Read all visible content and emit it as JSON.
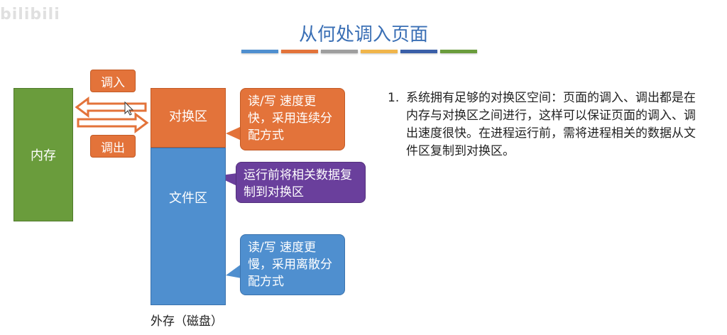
{
  "watermark": "bilibili",
  "title": "从何处调入页面",
  "colors": {
    "title_bar": [
      "#4f8fcf",
      "#e3733a",
      "#9e9e9e",
      "#f0b54a",
      "#3a5fa8",
      "#6a9c3c"
    ],
    "memory": "#6a9c3c",
    "swap": "#e3733a",
    "file": "#4f8fcf",
    "copy": "#6a3f9c"
  },
  "diagram": {
    "memory_label": "内存",
    "swap_label": "对换区",
    "file_label": "文件区",
    "page_in_label": "调入",
    "page_out_label": "调出",
    "disk_caption": "外存（磁盘）",
    "callout_fast": "读/写 速度更快，采用连续分配方式",
    "callout_copy": "运行前将相关数据复制到对换区",
    "callout_slow": "读/写 速度更慢，采用离散分配方式"
  },
  "description": {
    "number": "1.",
    "text": "系统拥有足够的对换区空间：页面的调入、调出都是在内存与对换区之间进行，这样可以保证页面的调入、调出速度很快。在进程运行前，需将进程相关的数据从文件区复制到对换区。"
  }
}
